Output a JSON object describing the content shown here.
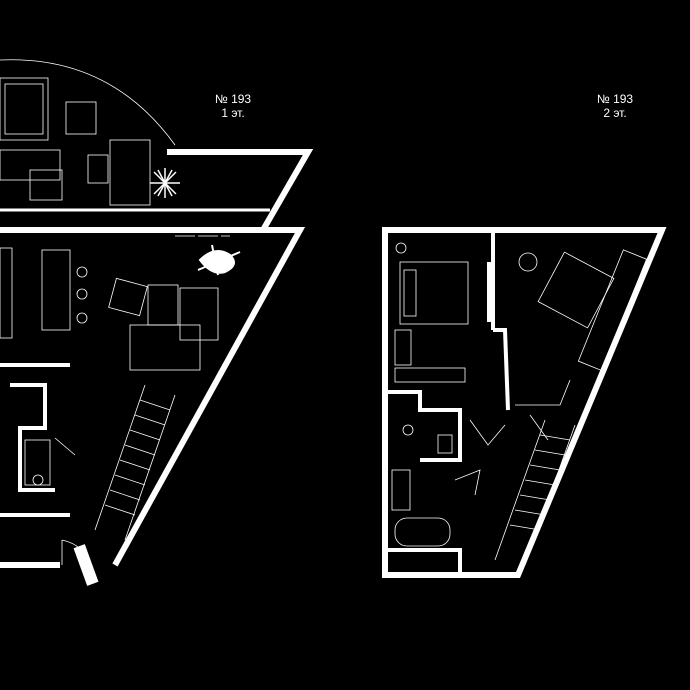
{
  "floors": [
    {
      "number": "№ 193",
      "level": "1 эт."
    },
    {
      "number": "№ 193",
      "level": "2 эт."
    }
  ]
}
